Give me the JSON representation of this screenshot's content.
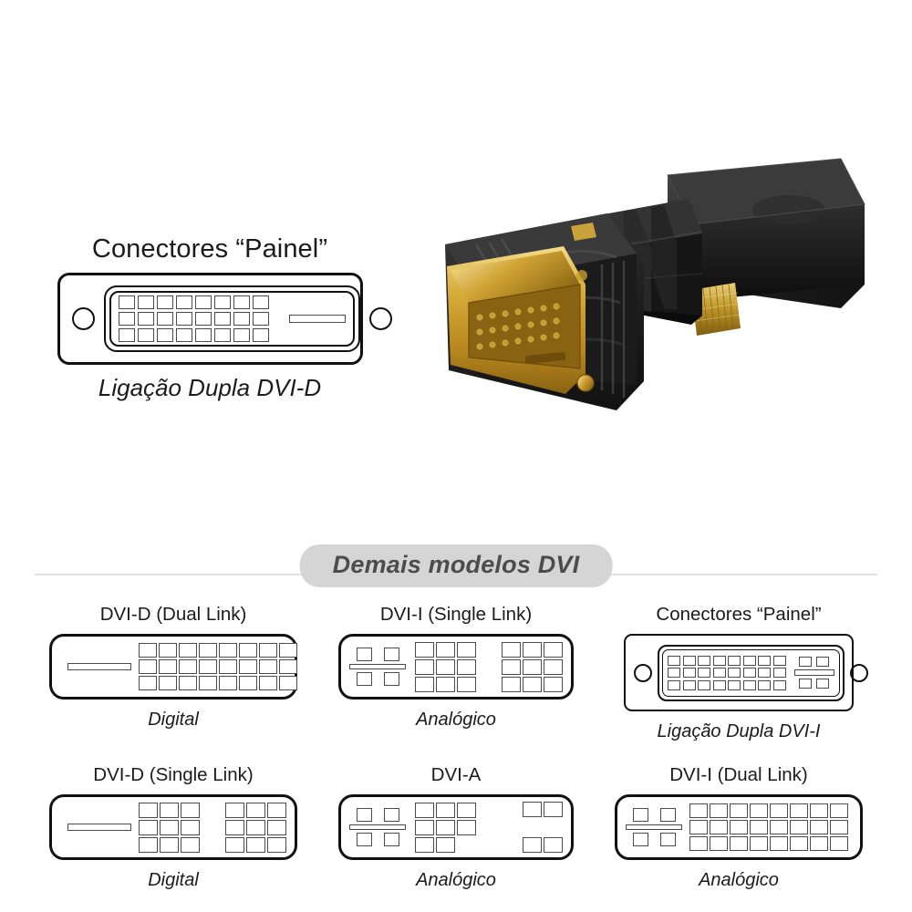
{
  "hero": {
    "title": "Conectores “Painel”",
    "caption": "Ligação Dupla DVI-D",
    "connector": {
      "style": "panel",
      "digital_columns": 8,
      "digital_rows": 3,
      "has_flat_blade": true,
      "screw_holes": 2
    }
  },
  "photo": {
    "alt": "DVI male to HDMI female swivel adapter",
    "body_color": "#1c1c1c",
    "contact_color": "#d4a72c",
    "description": "Black right-angle DVI-D male to HDMI female adapter with gold plated pins and knurled gold collar"
  },
  "section": {
    "header": "Demais modelos DVI",
    "pill_color": "#d5d5d5",
    "pill_text_color": "#4c4c4c",
    "rule_color": "#e2e2e2"
  },
  "models": [
    {
      "title": "DVI-D (Dual Link)",
      "caption": "Digital",
      "layout": "blade-left-grid83",
      "shell": "plug",
      "digital_columns": 8,
      "digital_rows": 3,
      "analog": false
    },
    {
      "title": "DVI-I (Single Link)",
      "caption": "Analógico",
      "layout": "analog-cross-two-33",
      "shell": "plug",
      "digital_columns": 6,
      "digital_rows": 3,
      "analog": true
    },
    {
      "title": "Conectores “Painel”",
      "caption": "Ligação Dupla DVI-I",
      "layout": "panel-grid83-analog-right",
      "shell": "panel",
      "digital_columns": 8,
      "digital_rows": 3,
      "analog": true
    },
    {
      "title": "DVI-D (Single Link)",
      "caption": "Digital",
      "layout": "blade-left-two-33",
      "shell": "plug",
      "digital_columns": 6,
      "digital_rows": 3,
      "analog": false
    },
    {
      "title": "DVI-A",
      "caption": "Analógico",
      "layout": "analog-cross-irregular",
      "shell": "plug",
      "digital_columns": 3,
      "digital_rows": 3,
      "analog": true
    },
    {
      "title": "DVI-I (Dual Link)",
      "caption": "Analógico",
      "layout": "analog-cross-grid83",
      "shell": "plug",
      "digital_columns": 8,
      "digital_rows": 3,
      "analog": true
    }
  ]
}
